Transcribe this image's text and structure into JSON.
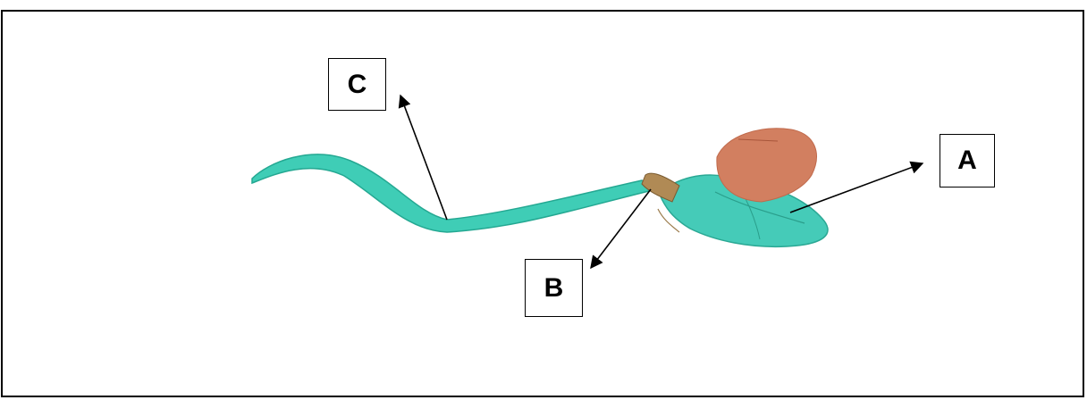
{
  "labels": {
    "a": "A",
    "b": "B",
    "c": "C"
  },
  "colors": {
    "tail": "#3fcdb6",
    "tail_edge": "#24a892",
    "body": "#45cbb8",
    "head": "#d27f60",
    "neck": "#b08a55",
    "frame": "#000000"
  }
}
